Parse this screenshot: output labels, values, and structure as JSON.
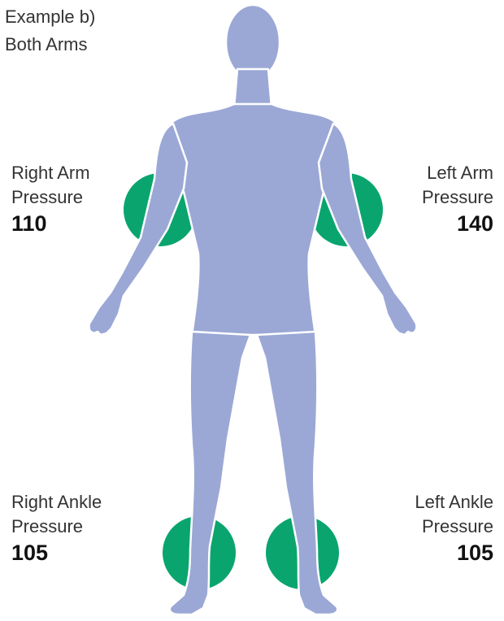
{
  "header": {
    "line1": "Example b)",
    "line2": "Both Arms"
  },
  "measurements": [
    {
      "id": "right-arm",
      "line1": "Right Arm",
      "line2": "Pressure",
      "value": "110"
    },
    {
      "id": "left-arm",
      "line1": "Left Arm",
      "line2": "Pressure",
      "value": "140"
    },
    {
      "id": "right-ankle",
      "line1": "Right Ankle",
      "line2": "Pressure",
      "value": "105"
    },
    {
      "id": "left-ankle",
      "line1": "Left Ankle",
      "line2": "Pressure",
      "value": "105"
    }
  ],
  "colors": {
    "body": "#9BA8D6",
    "cuff": "#0AA56E",
    "outline": "#ffffff"
  }
}
